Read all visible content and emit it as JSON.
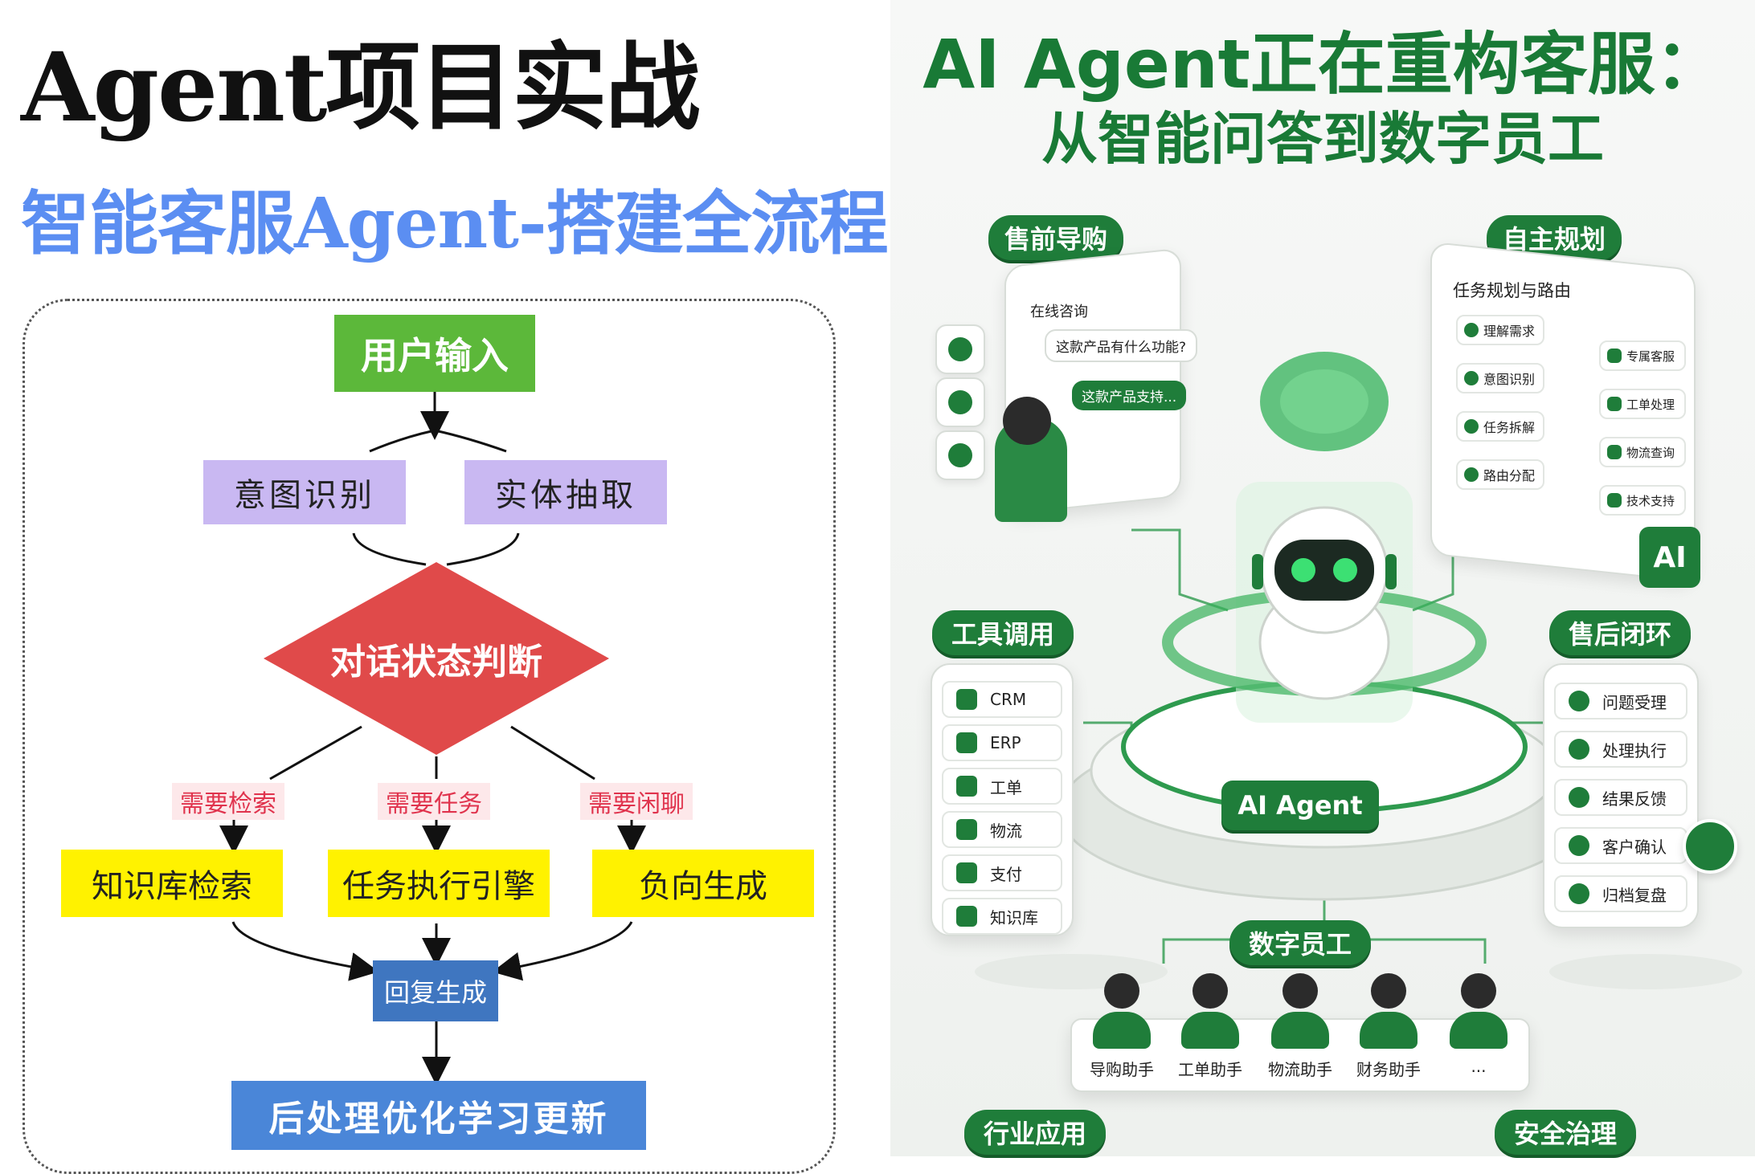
{
  "left": {
    "title": "Agent项目实战",
    "subtitle": "智能客服Agent-搭建全流程",
    "flow": {
      "user_input": "用户输入",
      "intent": "意图识别",
      "entity": "实体抽取",
      "judge": "对话状态判断",
      "branch_retrieval": "需要检索",
      "branch_task": "需要任务",
      "branch_chat": "需要闲聊",
      "kb_search": "知识库检索",
      "task_engine": "任务执行引擎",
      "negative_gen": "负向生成",
      "reply_gen": "回复生成",
      "post_process": "后处理优化学习更新"
    }
  },
  "right": {
    "title_line1": "AI Agent正在重构客服：",
    "title_line2": "从智能问答到数字员工",
    "core_label": "AI Agent",
    "ai_badge": "AI",
    "presales": {
      "label": "售前导购",
      "chat_title": "在线咨询",
      "user_msg": "这款产品有什么功能?",
      "bot_msg": "这款产品支持..."
    },
    "planning": {
      "label": "自主规划",
      "panel_title": "任务规划与路由",
      "steps": [
        "理解需求",
        "意图识别",
        "任务拆解",
        "路由分配"
      ],
      "routes": [
        "专属客服",
        "工单处理",
        "物流查询",
        "技术支持"
      ]
    },
    "tools": {
      "label": "工具调用",
      "items": [
        "CRM",
        "ERP",
        "工单",
        "物流",
        "支付",
        "知识库"
      ]
    },
    "aftersales": {
      "label": "售后闭环",
      "items": [
        "问题受理",
        "处理执行",
        "结果反馈",
        "客户确认",
        "归档复盘"
      ]
    },
    "digital_staff": {
      "label": "数字员工",
      "employees": [
        "导购助手",
        "工单助手",
        "物流助手",
        "财务助手",
        "..."
      ]
    },
    "industry_label": "行业应用",
    "governance_label": "安全治理"
  },
  "colors": {
    "green_dark": "#1f7d3a",
    "green_title": "#197a36",
    "flow_green": "#5cb83a",
    "flow_purple": "#c9b8f2",
    "flow_red": "#e04a4a",
    "flow_yellow": "#fff200",
    "flow_blue": "#3f76c0",
    "subtitle_blue": "#5b8ef2"
  }
}
